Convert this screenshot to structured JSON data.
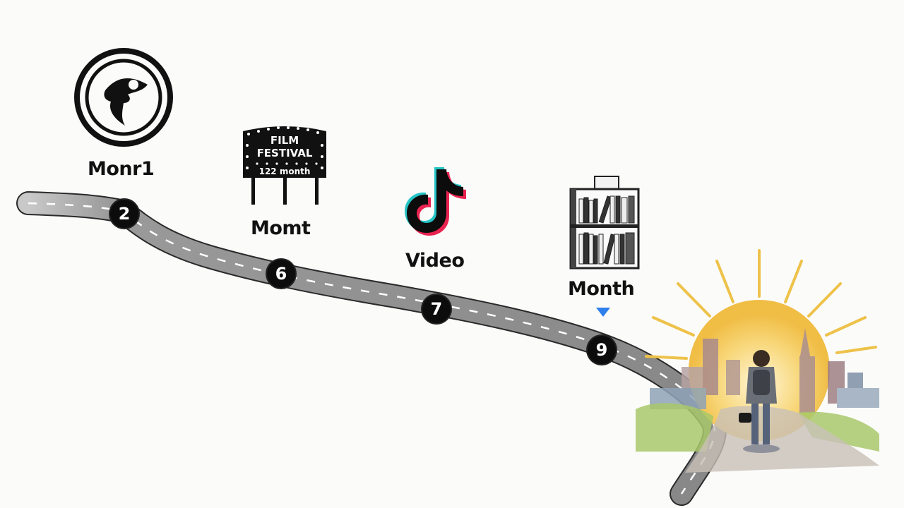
{
  "milestones": [
    {
      "icon": "circle-emblem-icon",
      "label": "Monr1"
    },
    {
      "icon": "film-festival-sign-icon",
      "label": "Momt",
      "sign_lines": [
        "FILM",
        "FESTIVAL",
        "122 month"
      ]
    },
    {
      "icon": "tiktok-note-icon",
      "label": "Video"
    },
    {
      "icon": "bookshelf-icon",
      "label": "Month"
    }
  ],
  "road_markers": [
    "2",
    "6",
    "7",
    "9"
  ],
  "colors": {
    "background": "#fbfbfa",
    "road": "#8f8f8f",
    "marker": "#0c0c0c",
    "pointer": "#2f80ed",
    "sun": "#f4c34a",
    "tiktok_cyan": "#25c4c4",
    "tiktok_red": "#e9234f"
  },
  "destination": {
    "scene": "traveler-walking-toward-city-sunrise"
  }
}
